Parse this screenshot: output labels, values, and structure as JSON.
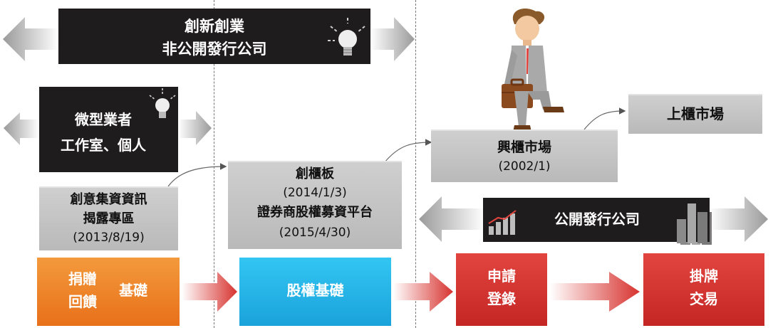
{
  "top_banner": {
    "line1": "創新創業",
    "line2": "非公開發行公司"
  },
  "micro_box": {
    "line1": "微型業者",
    "line2": "工作室、個人"
  },
  "creative_box": {
    "line1": "創意集資資訊",
    "line2": "揭露專區",
    "line3": "(2013/8/19)"
  },
  "gogo_box": {
    "line1": "創櫃板",
    "line2": "(2014/1/3)",
    "line3": "證券商股權募資平台",
    "line4": "(2015/4/30)"
  },
  "emerging_box": {
    "line1": "興櫃市場",
    "line2": "(2002/1)"
  },
  "otc_box": {
    "label": "上櫃市場"
  },
  "public_banner": {
    "label": "公開發行公司"
  },
  "flow": {
    "donation": {
      "line1": "捐贈",
      "line2": "回饋",
      "side": "基礎"
    },
    "equity": {
      "label": "股權基礎"
    },
    "register": {
      "line1": "申請",
      "line2": "登錄"
    },
    "listing": {
      "line1": "掛牌",
      "line2": "交易"
    }
  },
  "colors": {
    "orange": "#ee7d22",
    "cyan": "#26b8e8",
    "red": "#d7332f",
    "dark": "#1f1c1d",
    "grey": "#c3c3c3"
  },
  "icons": [
    "lightbulb-icon",
    "bar-chart-icon",
    "skyline-icon",
    "businessman-figure"
  ]
}
